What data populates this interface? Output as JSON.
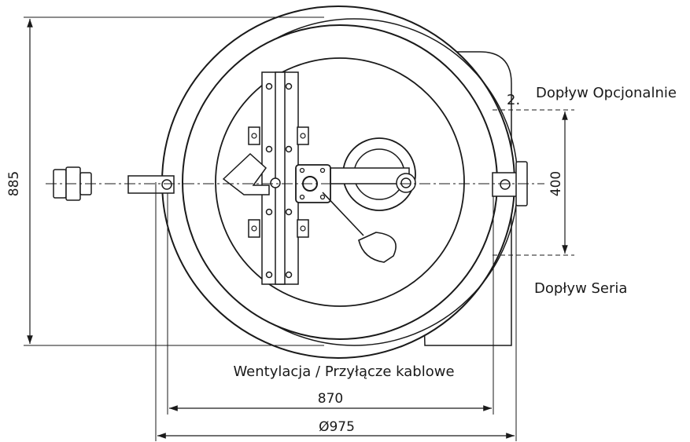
{
  "diagram": {
    "inlet_optional": {
      "number": "2.",
      "label": "Dopływ Opcjonalnie"
    },
    "inlet_series": {
      "label": "Dopływ Seria"
    },
    "ventilation_label": "Wentylacja / Przyłącze kablowe",
    "dim_height": "885",
    "dim_inlet_spacing": "400",
    "dim_width": "870",
    "dim_diameter": "Ø975",
    "colors": {
      "line": "#1a1a1a",
      "background": "#ffffff"
    }
  }
}
